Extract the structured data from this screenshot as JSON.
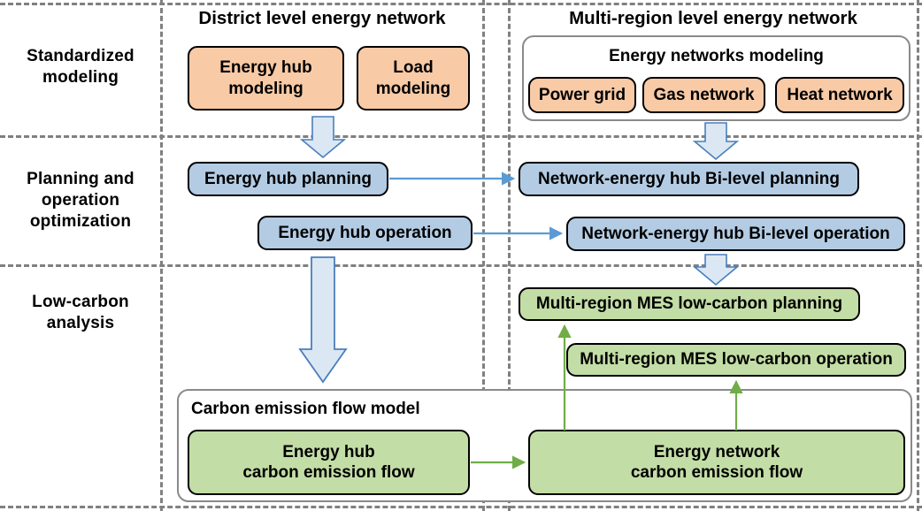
{
  "rows": [
    {
      "label": "Standardized\nmodeling"
    },
    {
      "label": "Planning and\noperation\noptimization"
    },
    {
      "label": "Low-carbon\nanalysis"
    }
  ],
  "row_labels": {
    "standardized_modeling": "Standardized modeling",
    "planning_operation": "Planning and operation optimization",
    "low_carbon": "Low-carbon analysis"
  },
  "columns": {
    "district": "District level energy network",
    "multi_region": "Multi-region  level energy network"
  },
  "boxes": {
    "energy_hub_modeling": "Energy hub modeling",
    "load_modeling": "Load modeling",
    "energy_networks_modeling": "Energy networks modeling",
    "power_grid": "Power grid",
    "gas_network": "Gas network",
    "heat_network": "Heat network",
    "energy_hub_planning": "Energy hub planning",
    "energy_hub_operation": "Energy hub operation",
    "network_energy_hub_bilevel_planning": "Network-energy hub Bi-level planning",
    "network_energy_hub_bilevel_operation": "Network-energy hub Bi-level operation",
    "mr_mes_low_carbon_planning": "Multi-region MES low-carbon planning",
    "mr_mes_low_carbon_operation": "Multi-region MES low-carbon operation",
    "carbon_emission_flow_model": "Carbon emission flow model",
    "energy_hub_carbon_emission_flow": "Energy hub carbon emission flow",
    "energy_network_carbon_emission_flow": "Energy network carbon emission flow"
  },
  "box_text_lines": {
    "energy_hub_modeling_l1": "Energy hub",
    "energy_hub_modeling_l2": "modeling",
    "load_modeling_l1": "Load",
    "load_modeling_l2": "modeling",
    "energy_hub_cef_l1": "Energy hub",
    "energy_hub_cef_l2": "carbon emission flow",
    "energy_network_cef_l1": "Energy network",
    "energy_network_cef_l2": "carbon emission flow"
  },
  "colors": {
    "orange_fill": "#f8caa6",
    "blue_fill": "#b3cce4",
    "green_fill": "#c3dda6",
    "box_stroke": "#000000",
    "group_stroke": "#8a8a8a",
    "dash_line": "#808080",
    "blue_arrow": "#5b9bd5",
    "green_arrow": "#70ad47",
    "block_arrow_fill": "#dbe8f4",
    "block_arrow_stroke": "#4a7ebb"
  },
  "arrows": [
    {
      "name": "energy-hub-modeling-down",
      "kind": "block",
      "color": "#dbe8f4"
    },
    {
      "name": "energy-networks-modeling-down",
      "kind": "block",
      "color": "#dbe8f4"
    },
    {
      "name": "energy-hub-planning-to-bilevel-planning",
      "kind": "line",
      "color": "#5b9bd5"
    },
    {
      "name": "energy-hub-operation-to-bilevel-operation",
      "kind": "line",
      "color": "#5b9bd5"
    },
    {
      "name": "energy-hub-to-carbon-flow-down",
      "kind": "block",
      "color": "#dbe8f4"
    },
    {
      "name": "bilevel-operation-to-mes-planning-down",
      "kind": "block",
      "color": "#dbe8f4"
    },
    {
      "name": "hub-cef-to-network-cef",
      "kind": "line",
      "color": "#70ad47"
    },
    {
      "name": "network-cef-to-mes-planning",
      "kind": "line",
      "color": "#70ad47"
    },
    {
      "name": "network-cef-to-mes-operation",
      "kind": "line",
      "color": "#70ad47"
    }
  ]
}
